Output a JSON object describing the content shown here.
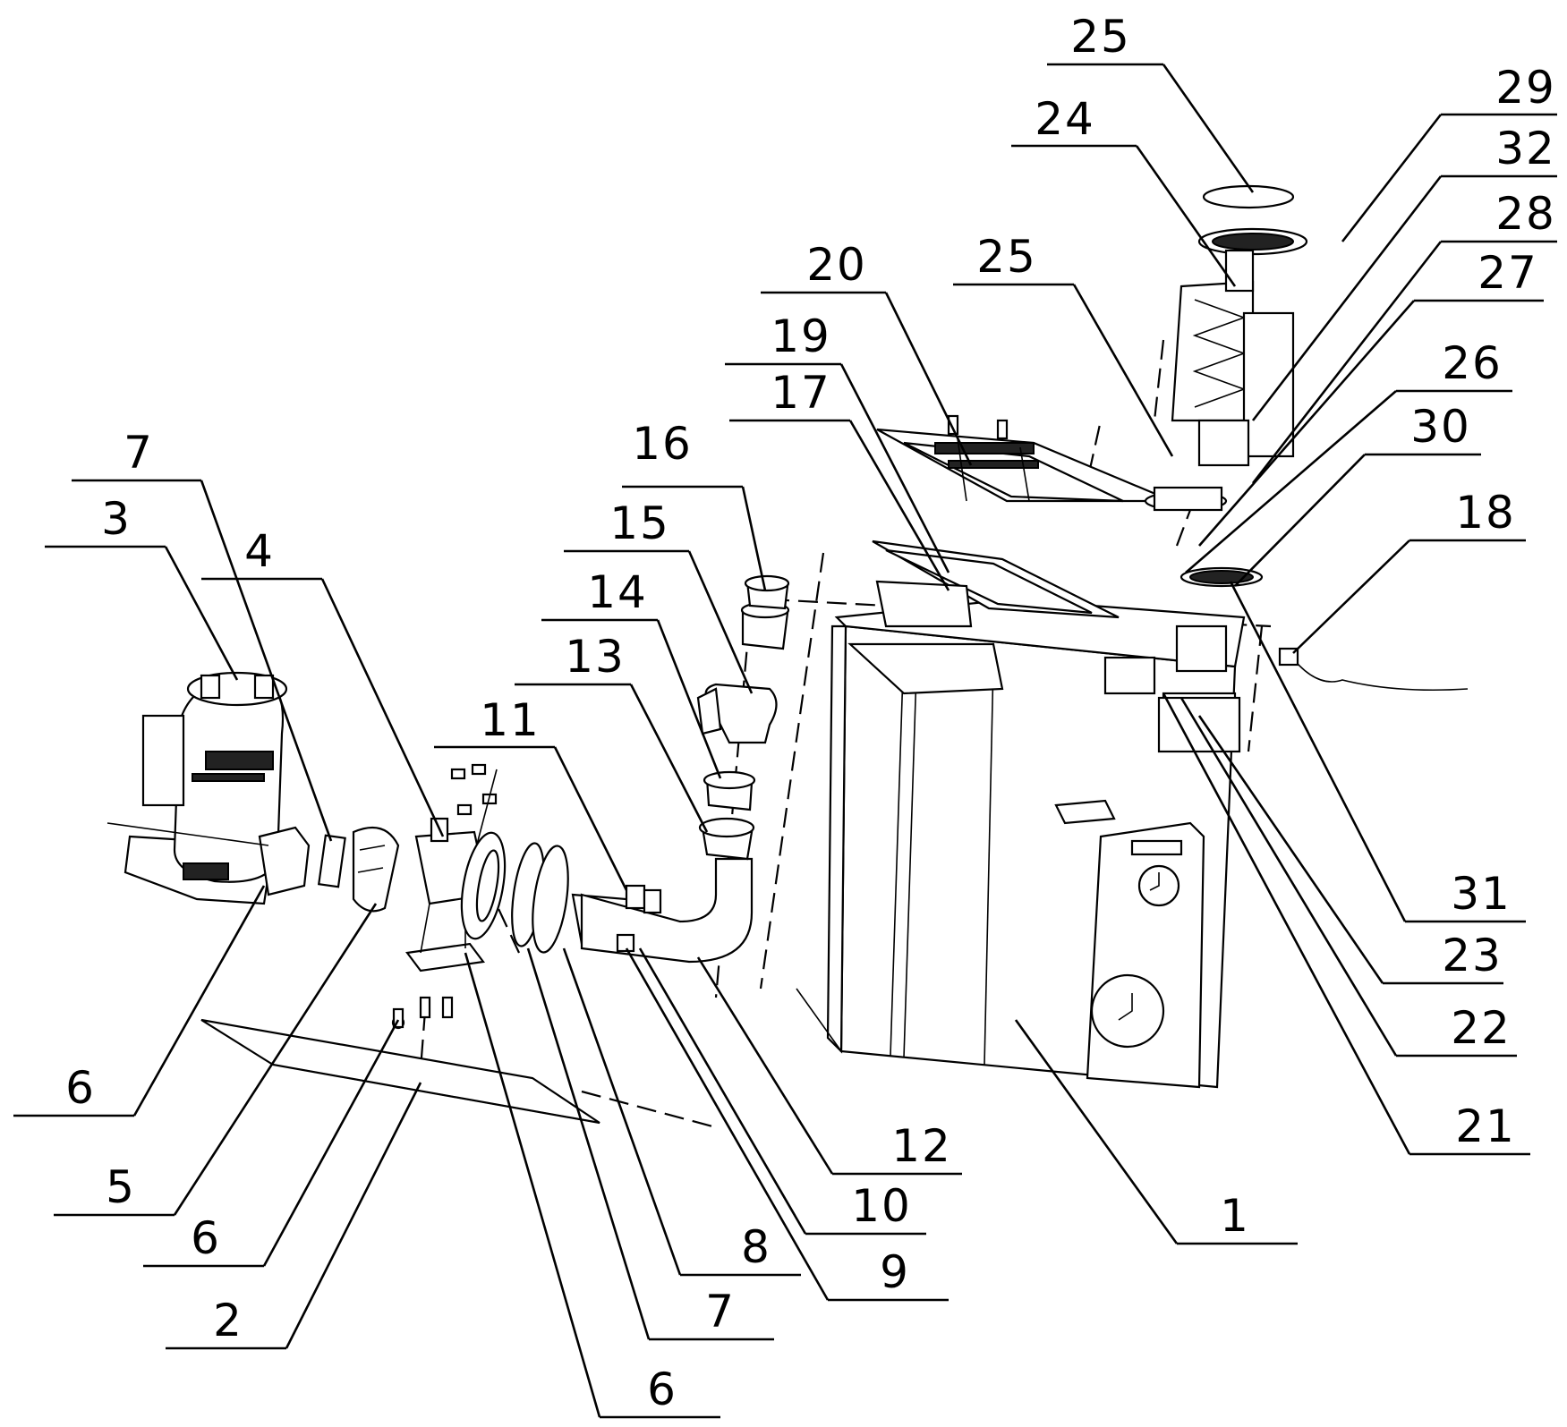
{
  "figure": {
    "labels": [
      {
        "id": "label-25-top",
        "text": "25"
      },
      {
        "id": "label-29",
        "text": "29"
      },
      {
        "id": "label-24",
        "text": "24"
      },
      {
        "id": "label-32",
        "text": "32"
      },
      {
        "id": "label-28",
        "text": "28"
      },
      {
        "id": "label-27",
        "text": "27"
      },
      {
        "id": "label-20",
        "text": "20"
      },
      {
        "id": "label-25-mid",
        "text": "25"
      },
      {
        "id": "label-19",
        "text": "19"
      },
      {
        "id": "label-17",
        "text": "17"
      },
      {
        "id": "label-26",
        "text": "26"
      },
      {
        "id": "label-30",
        "text": "30"
      },
      {
        "id": "label-16",
        "text": "16"
      },
      {
        "id": "label-18",
        "text": "18"
      },
      {
        "id": "label-15",
        "text": "15"
      },
      {
        "id": "label-14",
        "text": "14"
      },
      {
        "id": "label-7-top",
        "text": "7"
      },
      {
        "id": "label-13",
        "text": "13"
      },
      {
        "id": "label-3",
        "text": "3"
      },
      {
        "id": "label-4",
        "text": "4"
      },
      {
        "id": "label-11",
        "text": "11"
      },
      {
        "id": "label-31",
        "text": "31"
      },
      {
        "id": "label-23",
        "text": "23"
      },
      {
        "id": "label-22",
        "text": "22"
      },
      {
        "id": "label-6-left",
        "text": "6"
      },
      {
        "id": "label-21",
        "text": "21"
      },
      {
        "id": "label-12",
        "text": "12"
      },
      {
        "id": "label-5",
        "text": "5"
      },
      {
        "id": "label-10",
        "text": "10"
      },
      {
        "id": "label-1",
        "text": "1"
      },
      {
        "id": "label-6-mid",
        "text": "6"
      },
      {
        "id": "label-8",
        "text": "8"
      },
      {
        "id": "label-9",
        "text": "9"
      },
      {
        "id": "label-2",
        "text": "2"
      },
      {
        "id": "label-7-bottom",
        "text": "7"
      },
      {
        "id": "label-6-bottom",
        "text": "6"
      }
    ]
  }
}
